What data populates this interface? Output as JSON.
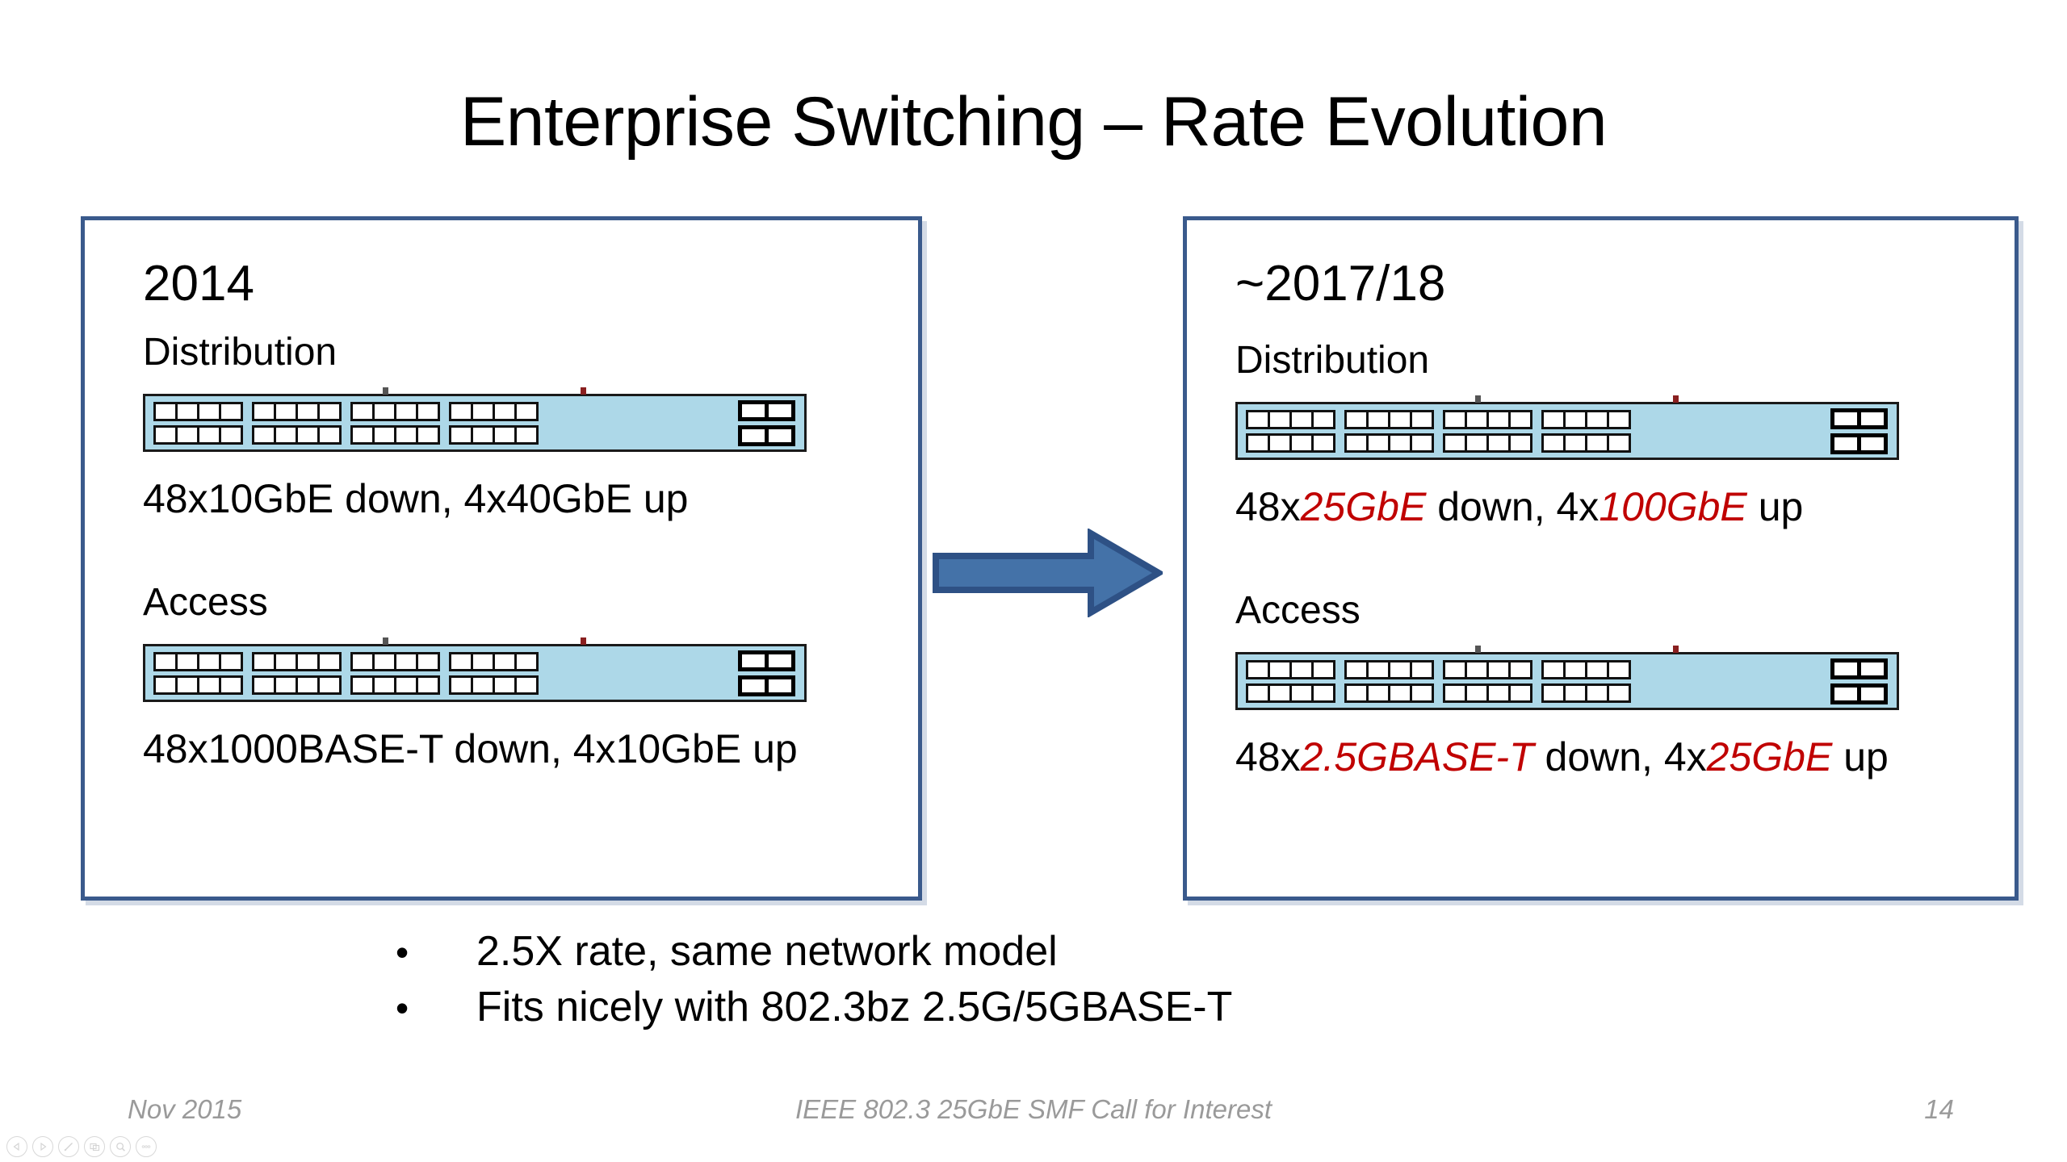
{
  "slide": {
    "title": "Enterprise Switching – Rate Evolution",
    "accent_border": "#3A5A8C",
    "highlight_color": "#C00000",
    "switch_fill": "#ADD8E8",
    "arrow_fill": "#4472A8",
    "arrow_stroke": "#2E5185"
  },
  "left_panel": {
    "year": "2014",
    "distribution": {
      "label": "Distribution",
      "caption_parts": [
        {
          "text": "48x10GbE down, 4x40GbE up",
          "highlight": false
        }
      ]
    },
    "access": {
      "label": "Access",
      "caption_parts": [
        {
          "text": "48x1000BASE-T down, 4x10GbE up",
          "highlight": false
        }
      ]
    }
  },
  "right_panel": {
    "year": "~2017/18",
    "distribution": {
      "label": "Distribution",
      "caption_parts": [
        {
          "text": "48x",
          "highlight": false
        },
        {
          "text": "25GbE",
          "highlight": true
        },
        {
          "text": " down, 4x",
          "highlight": false
        },
        {
          "text": "100GbE",
          "highlight": true
        },
        {
          "text": " up",
          "highlight": false
        }
      ]
    },
    "access": {
      "label": "Access",
      "caption_parts": [
        {
          "text": "48x",
          "highlight": false
        },
        {
          "text": "2.5GBASE-T",
          "highlight": true
        },
        {
          "text": " down, 4x",
          "highlight": false
        },
        {
          "text": "25GbE",
          "highlight": true
        },
        {
          "text": " up",
          "highlight": false
        }
      ]
    }
  },
  "switch_graphic": {
    "port_groups": 4,
    "ports_per_group_row": 4,
    "port_rows": 2,
    "uplink_columns": 2,
    "uplink_rows": 2,
    "total_downlink_ports": 48,
    "total_uplink_ports": 4
  },
  "bullets": [
    {
      "marker": "•",
      "text": "2.5X rate, same network model"
    },
    {
      "marker": "•",
      "text": "Fits nicely with 802.3bz 2.5G/5GBASE-T"
    }
  ],
  "footer": {
    "date": "Nov 2015",
    "center": "IEEE 802.3 25GbE SMF Call for Interest",
    "page": "14"
  },
  "presenter_toolbar": {
    "buttons": [
      {
        "name": "previous-slide-icon",
        "glyph": "◁"
      },
      {
        "name": "next-slide-icon",
        "glyph": "▷"
      },
      {
        "name": "pen-icon",
        "glyph": "/"
      },
      {
        "name": "slide-overview-icon",
        "glyph": "▤"
      },
      {
        "name": "zoom-icon",
        "glyph": "Q"
      },
      {
        "name": "more-options-icon",
        "glyph": "•••"
      }
    ]
  }
}
